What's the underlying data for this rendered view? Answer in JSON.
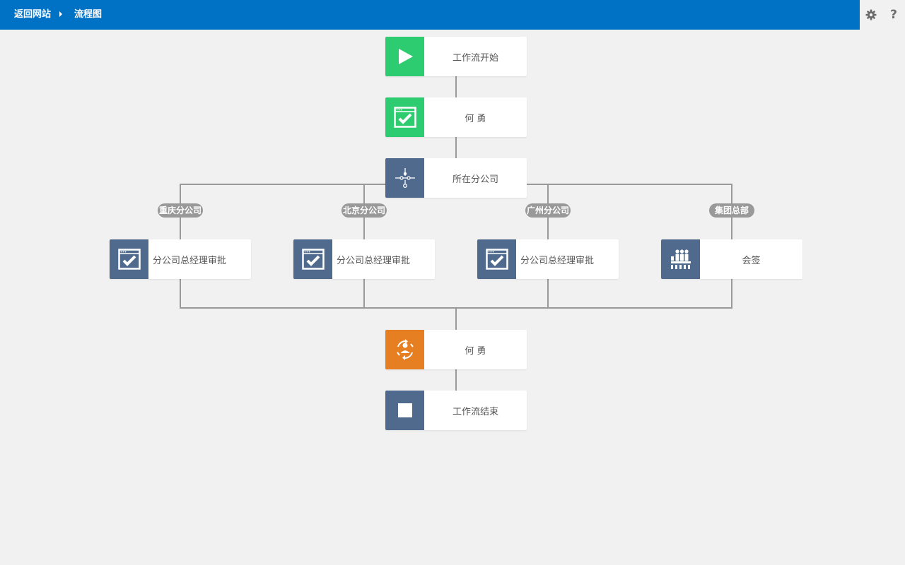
{
  "header": {
    "back_label": "返回网站",
    "current_label": "流程图",
    "settings_icon": "gear-icon",
    "help_label": "?"
  },
  "colors": {
    "header_bg": "#0072c6",
    "start": "#2ecc71",
    "task": "#4f6a8c",
    "loop": "#e67e22",
    "connector": "#999999"
  },
  "nodes": {
    "start": {
      "label": "工作流开始",
      "icon": "play-icon"
    },
    "approve_he": {
      "label": "何 勇",
      "icon": "approve-window-icon"
    },
    "branch_company": {
      "label": "所在分公司",
      "icon": "branch-split-icon"
    },
    "chongqing_review": {
      "label": "分公司总经理审批",
      "icon": "approve-window-icon"
    },
    "beijing_review": {
      "label": "分公司总经理审批",
      "icon": "approve-window-icon"
    },
    "guangzhou_review": {
      "label": "分公司总经理审批",
      "icon": "approve-window-icon"
    },
    "countersign": {
      "label": "会签",
      "icon": "countersign-people-icon"
    },
    "he_loop": {
      "label": "何 勇",
      "icon": "user-cycle-icon"
    },
    "end": {
      "label": "工作流结束",
      "icon": "stop-icon"
    }
  },
  "branches": [
    "重庆分公司",
    "北京分公司",
    "广州分公司",
    "集团总部"
  ]
}
